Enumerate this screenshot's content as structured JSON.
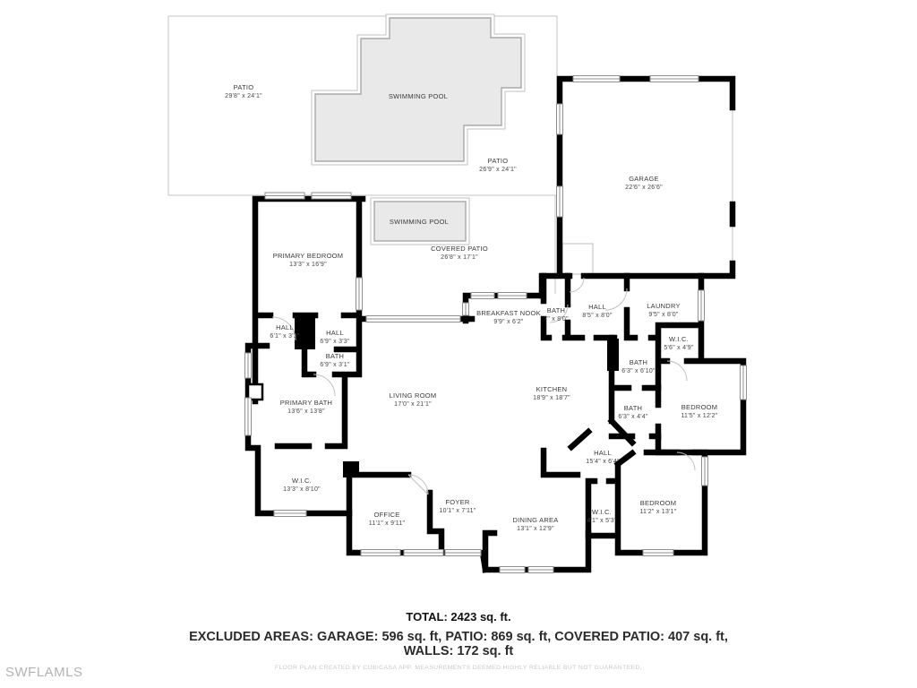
{
  "watermark": "SWFLAMLS",
  "footer": {
    "total": "TOTAL: 2423 sq. ft.",
    "excluded_line": "EXCLUDED AREAS: GARAGE: 596 sq. ft, PATIO: 869 sq. ft, COVERED PATIO: 407 sq. ft,",
    "walls_line": "WALLS: 172 sq. ft",
    "disclaimer": "FLOOR PLAN CREATED BY CUBICASA APP. MEASUREMENTS DEEMED HIGHLY RELIABLE BUT NOT GUARANTEED."
  },
  "colors": {
    "wall": "#000000",
    "pool_fill": "#e9e9e9",
    "pool_border": "#a8a8a8",
    "patio_line": "#c6c6c6",
    "label_text": "#3a3a3a"
  },
  "rooms": [
    {
      "name": "PATIO",
      "dims": "29'8\" x 24'1\""
    },
    {
      "name": "SWIMMING POOL",
      "dims": ""
    },
    {
      "name": "PATIO",
      "dims": "26'9\" x 24'1\""
    },
    {
      "name": "GARAGE",
      "dims": "22'6\" x 26'6\""
    },
    {
      "name": "SWIMMING POOL",
      "dims": ""
    },
    {
      "name": "COVERED PATIO",
      "dims": "26'8\" x 17'1\""
    },
    {
      "name": "PRIMARY BEDROOM",
      "dims": "13'3\" x 16'9\""
    },
    {
      "name": "BREAKFAST NOOK",
      "dims": "9'9\" x 6'2\""
    },
    {
      "name": "BATH",
      "dims": "7\" x 8'0\""
    },
    {
      "name": "HALL",
      "dims": "8'5\" x 8'0\""
    },
    {
      "name": "LAUNDRY",
      "dims": "9'5\" x 8'0\""
    },
    {
      "name": "HALL",
      "dims": "6'1\" x 3'3\""
    },
    {
      "name": "HALL",
      "dims": "6'9\" x 3'3\""
    },
    {
      "name": "BATH",
      "dims": "6'9\" x 3'1\""
    },
    {
      "name": "W.I.C.",
      "dims": "5'6\" x 4'9\""
    },
    {
      "name": "BATH",
      "dims": "6'3\" x 6'10\""
    },
    {
      "name": "PRIMARY BATH",
      "dims": "13'6\" x 13'8\""
    },
    {
      "name": "LIVING ROOM",
      "dims": "17'0\" x 21'1\""
    },
    {
      "name": "KITCHEN",
      "dims": "18'9\" x 18'7\""
    },
    {
      "name": "BATH",
      "dims": "6'3\" x 4'4\""
    },
    {
      "name": "BEDROOM",
      "dims": "11'5\" x 12'2\""
    },
    {
      "name": "W.I.C.",
      "dims": "13'3\" x 8'10\""
    },
    {
      "name": "HALL",
      "dims": "15'4\" x 6'4\""
    },
    {
      "name": "OFFICE",
      "dims": "11'1\" x 9'11\""
    },
    {
      "name": "FOYER",
      "dims": "10'1\" x 7'11\""
    },
    {
      "name": "DINING AREA",
      "dims": "13'1\" x 12'9\""
    },
    {
      "name": "W.I.C.",
      "dims": "4'1\" x 5'3\""
    },
    {
      "name": "BEDROOM",
      "dims": "11'2\" x 13'1\""
    }
  ]
}
